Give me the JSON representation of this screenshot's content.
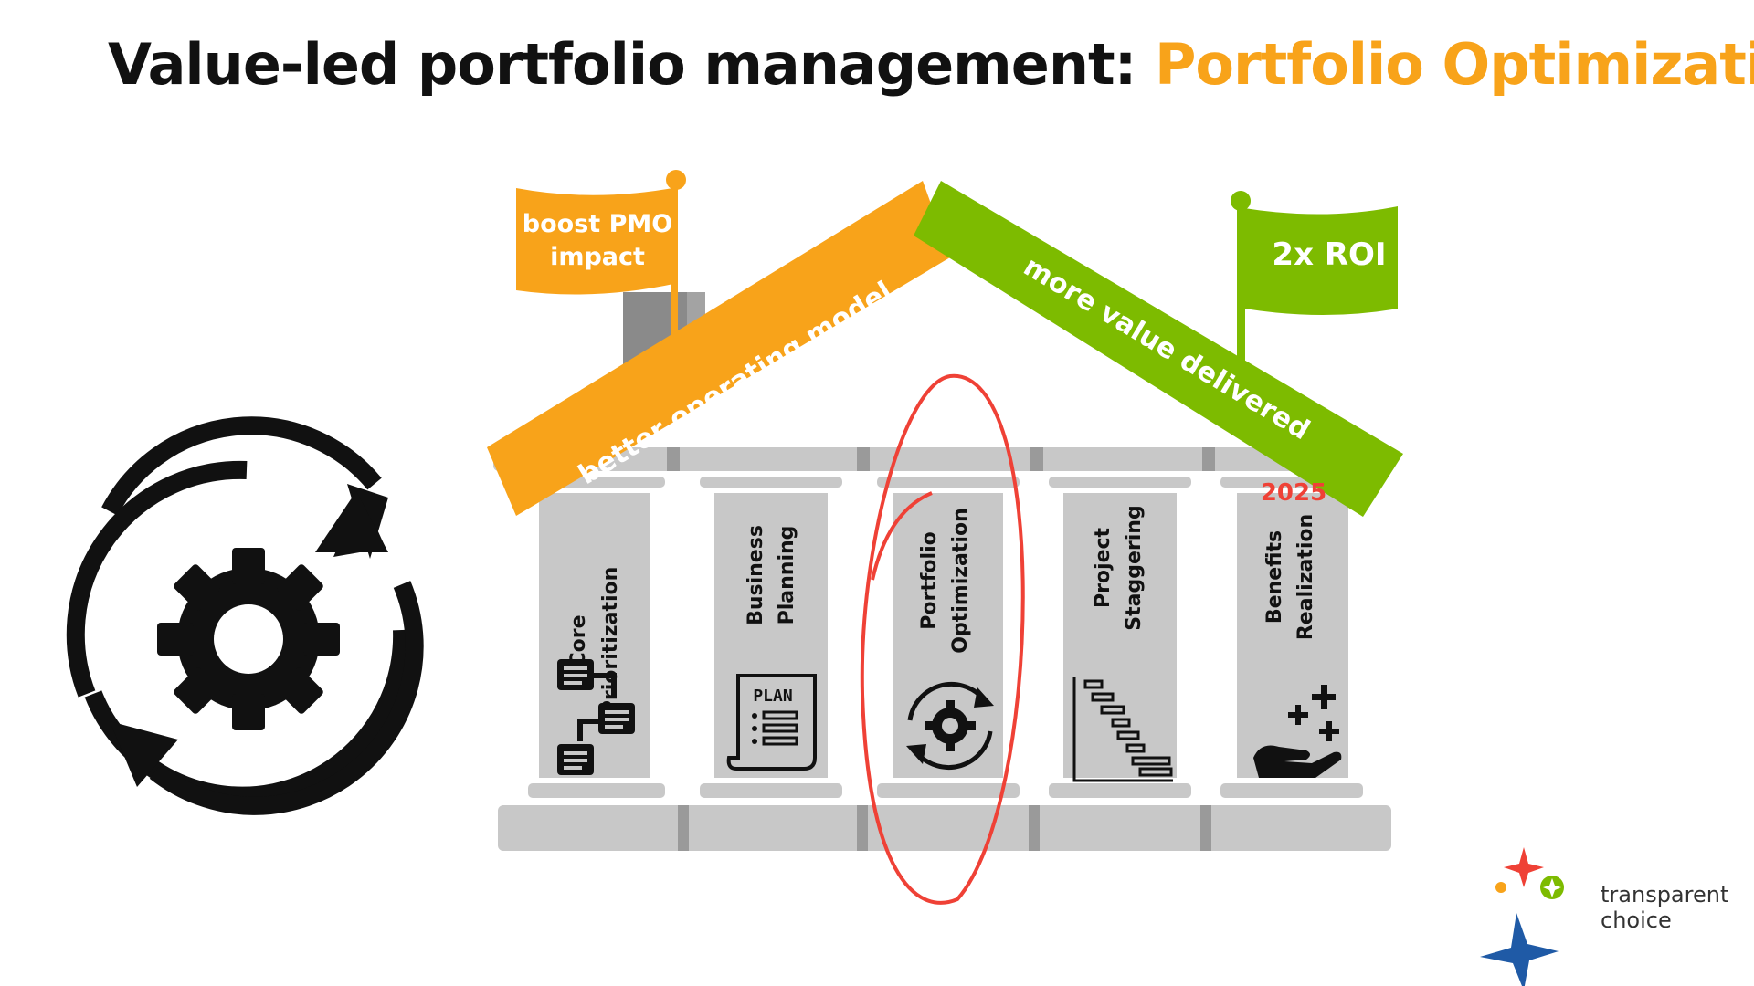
{
  "title": {
    "prefix": "Value-led portfolio management: ",
    "highlight": "Portfolio Optimization"
  },
  "flags": {
    "left": "boost PMO impact",
    "left_lines": [
      "boost PMO",
      "impact"
    ],
    "right": "2x ROI"
  },
  "roof": {
    "left": "better operating model",
    "right": "more value delivered"
  },
  "pillars": [
    {
      "line1": "Core",
      "line2": "Prioritization",
      "icon": "chat-flow-icon"
    },
    {
      "line1": "Business",
      "line2": "Planning",
      "icon": "plan-document-icon",
      "icon_text": "PLAN"
    },
    {
      "line1": "Portfolio",
      "line2": "Optimization",
      "icon": "gear-cycle-icon"
    },
    {
      "line1": "Project",
      "line2": "Staggering",
      "icon": "gantt-chart-icon"
    },
    {
      "line1": "Benefits",
      "line2": "Realization",
      "icon": "hand-plus-icon"
    }
  ],
  "annotation": {
    "year": "2025"
  },
  "brand": {
    "line1": "transparent",
    "line2": "choice"
  },
  "colors": {
    "orange": "#f8a31a",
    "green": "#7dbb00",
    "pillar": "#c8c8c8",
    "annotation": "#ef4136",
    "text": "#111111"
  }
}
